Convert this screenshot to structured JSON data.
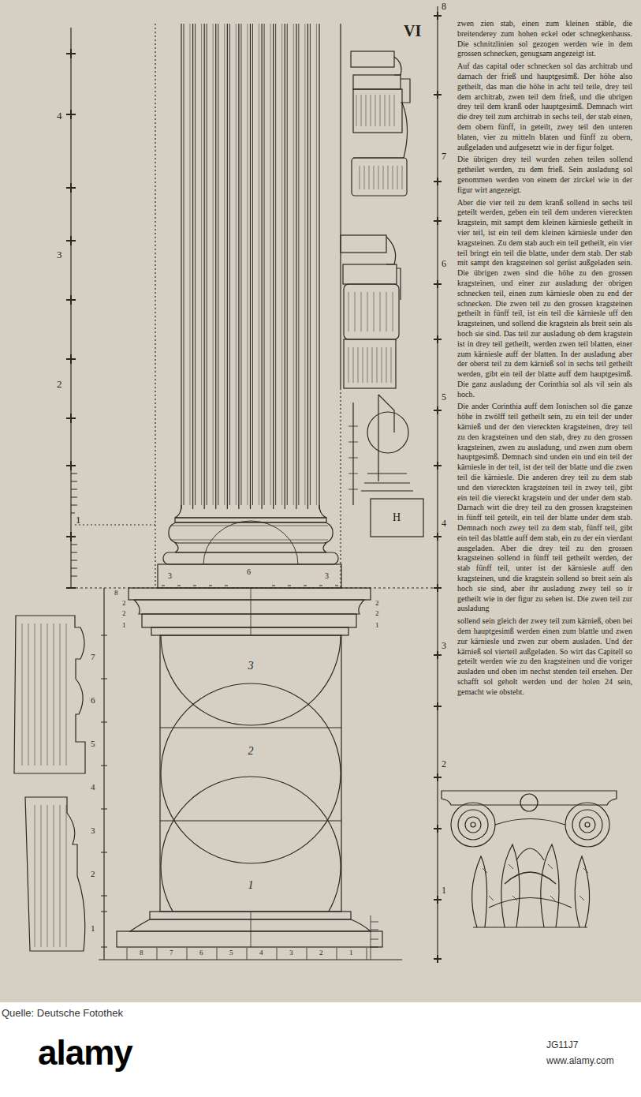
{
  "diagram": {
    "nodes": [
      {
        "text": [
          "3"
        ]
      },
      {
        "text": [
          "2"
        ]
      },
      {
        "text": [
          "1"
        ]
      }
    ],
    "labels": [
      "VI",
      "zwen zien stab, einen zum kleinen stäble, die breitenderey zum hohen eckel oder schnegkenhauss. Die schnitzlinien sol gezogen werden wie in dem grossen schnecken, genugsam angezeigt ist.",
      "Auf das capital oder schnecken sol das architrab und darnach der frieß und hauptgesimß. Der höhe also getheilt, das man die höhe in acht teil teile, drey teil dem architrab, zwen teil dem frieß, und die ubrigen drey teil dem kranß oder hauptgesimß. Demnach wirt die drey teil zum architrab in sechs teil, der stab einen, dem obern fünff, in geteilt, zwey teil den unteren blaten, vier zu mitteln blaten und fünff zu obern, außgeladen und aufgesetzt wie in der figur folget.",
      "Die übrigen drey teil wurden zehen teilen sollend getheilet werden, zu dem frieß. Sein ausladung sol genommen werden von einem der zirckel wie in der figur wirt angezeigt.",
      "Aber die vier teil zu dem kranß sollend in sechs teil geteilt werden, geben ein teil dem underen viereckten kragstein, mit sampt dem kleinen kärniesle getheilt in vier teil, ist ein teil dem kleinen kärniesle under den kragsteinen. Zu dem stab auch ein teil getheilt, ein vier teil bringt ein teil die blatte, under dem stab. Der stab mit sampt den kragsteinen sol gerüst außgeladen sein. Die übrigen zwen sind die höhe zu den grossen kragsteinen, und einer zur ausladung der obrigen schnecken teil, einen zum kärniesle oben zu end der schnecken. Die zwen teil zu den grossen kragsteinen getheilt in fünff teil, ist ein teil die kärniesle uff den kragsteinen, und sollend die kragstein als breit sein als hoch sie sind. Das teil zur ausladung ob dem kragstein ist in drey teil getheilt, werden zwen teil blatten, einer zum kärniesle auff der blatten. In der ausladung aber der oberst teil zu dem kärnieß sol in sechs teil getheilt werden, gibt ein teil der blatte auff dem hauptgesimß. Die ganz ausladung der Corinthia sol als vil sein als hoch.",
      "Die ander Corinthia auff dem Ionischen sol die ganze höhe in zwölff teil getheilt sein, zu ein teil der under kärnieß und der den viereckten kragsteinen, drey teil zu den kragsteinen und den stab, drey zu den grossen kragsteinen, zwen zu ausladung, und zwen zum obern hauptgesimß. Demnach sind unden ein und ein teil der kärniesle in der teil, ist der teil der blatte und die zwen teil die kärniesle. Die anderen drey teil zu dem stab und den viereckten kragsteinen teil in zwey teil, gibt ein teil die viereckt kragstein und der under dem stab. Darnach wirt die drey teil zu den grossen kragsteinen in fünff teil geteilt, ein teil der blatte under dem stab. Demnach noch zwey teil zu dem stab, fünff teil, gibt ein teil das blattle auff dem stab, ein zu der ein vierdant ausgeladen. Aber die drey teil zu den grossen kragsteinen sollend in fünff teil getheilt werden, der stab fünff teil, unter ist der kärniesle auff den kragsteinen, und die kragstein sollend so breit sein als hoch sie sind, aber ihr ausladung zwey teil so ir getheilt wie in der figur zu sehen ist. Die zwen teil zur ausladung",
      "sollend sein gleich der zwey teil zum kärnieß, oben bei dem hauptgesimß werden einen zum blattle und zwen zur kärniesle und zwen zur obern ausladen. Und der kärnieß sol vierteil außgeladen. So wirt das Capitell so geteilt werden wie zu den kragsteinen und die voriger ausladen und oben im nechst stenden teil ersehen. Der schafft sol geholt werden und der holen 24 sein, gemacht wie obsteht.",
      "4",
      "3",
      "2",
      "1",
      "8",
      "7",
      "6",
      "5",
      "4",
      "3",
      "2",
      "1",
      "3",
      "6",
      "3",
      "8",
      "2",
      "2",
      "1",
      "2",
      "2",
      "1",
      "7",
      "6",
      "5",
      "4",
      "3",
      "2",
      "1",
      "8",
      "7",
      "6",
      "5",
      "4",
      "3",
      "2",
      "1",
      "H",
      "Quelle: Deutsche Fotothek",
      "alamy",
      "JG11J7",
      "www.alamy.com"
    ]
  }
}
